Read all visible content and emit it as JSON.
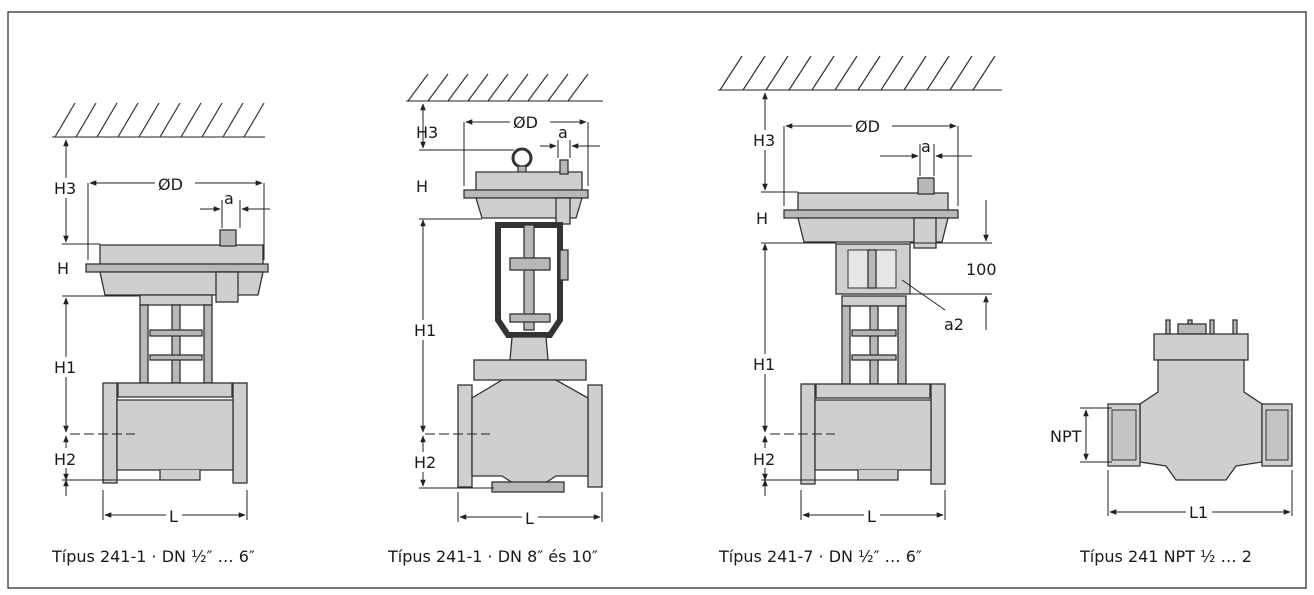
{
  "figures": [
    {
      "caption": "Típus 241-1 · DN ½″ … 6″",
      "labels": {
        "h3": "H3",
        "od": "ØD",
        "a": "a",
        "h": "H",
        "h1": "H1",
        "h2": "H2",
        "l": "L"
      }
    },
    {
      "caption": "Típus 241-1 · DN 8″ és 10″",
      "labels": {
        "h3": "H3",
        "od": "ØD",
        "a": "a",
        "h": "H",
        "h1": "H1",
        "h2": "H2",
        "l": "L"
      }
    },
    {
      "caption": "Típus 241-7 · DN ½″ … 6″",
      "labels": {
        "h3": "H3",
        "od": "ØD",
        "a": "a",
        "h": "H",
        "h1": "H1",
        "h2": "H2",
        "l": "L",
        "dim100": "100",
        "a2": "a2"
      }
    },
    {
      "caption": "Típus 241 NPT ½ … 2",
      "labels": {
        "npt": "NPT",
        "l1": "L1"
      }
    }
  ]
}
